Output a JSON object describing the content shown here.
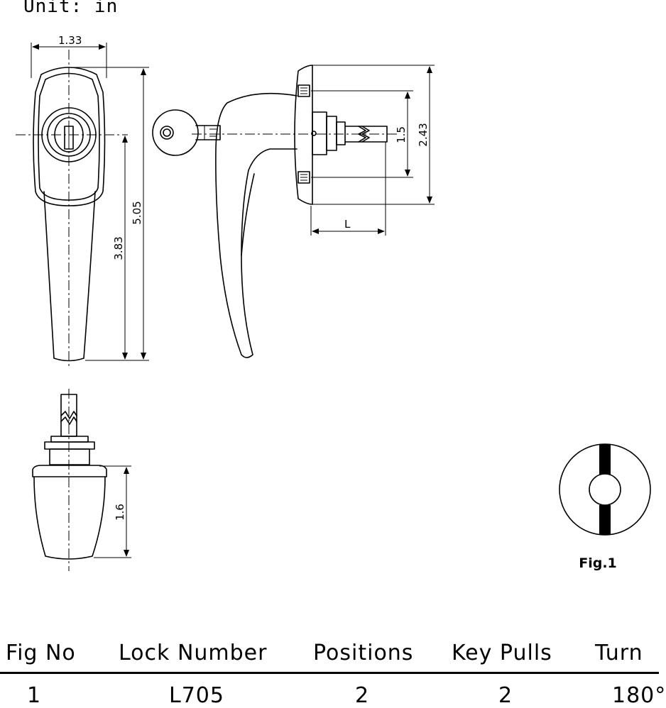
{
  "unit_label": "Unit:  in",
  "dimensions": {
    "width_top": "1.33",
    "height_total": "5.05",
    "height_lower": "3.83",
    "side_height": "2.43",
    "side_mount": "1.5",
    "side_length": "L",
    "bottom_height": "1.6"
  },
  "figure_label": "Fig.1",
  "table": {
    "headers": [
      "Fig  No",
      "Lock  Number",
      "Positions",
      "Key  Pulls",
      "Turn"
    ],
    "row": [
      "1",
      "L705",
      "2",
      "2",
      "180°"
    ]
  }
}
